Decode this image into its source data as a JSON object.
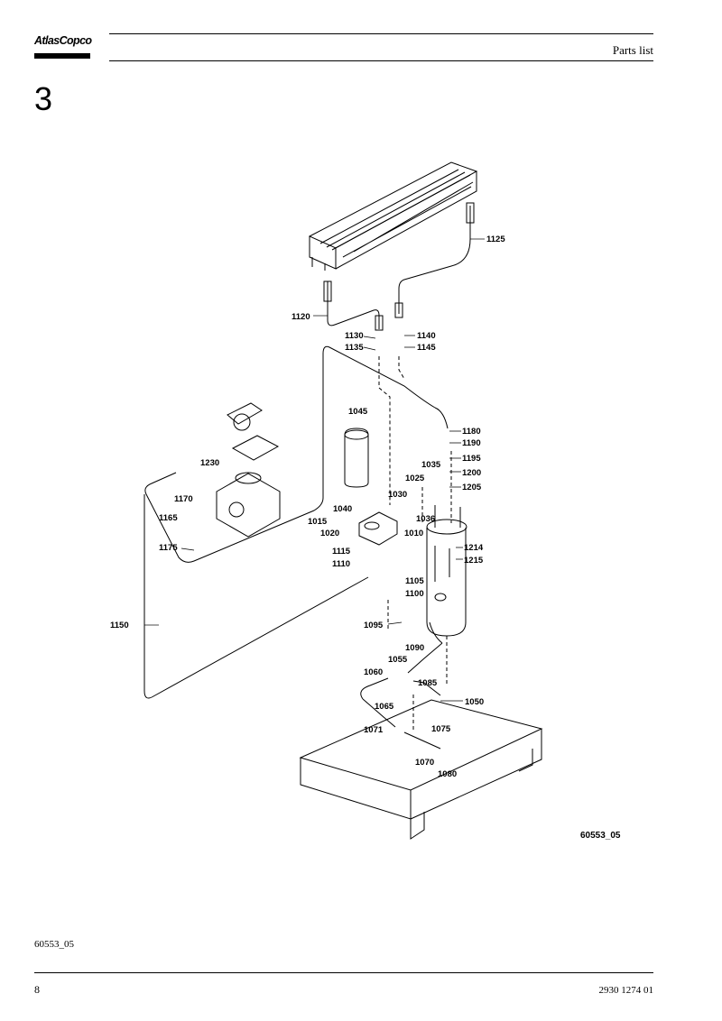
{
  "header": {
    "brand": "AtlasCopco",
    "title": "Parts list"
  },
  "section": {
    "number": "3"
  },
  "figure": {
    "id": "60553_05",
    "callouts": [
      "1125",
      "1120",
      "1130",
      "1140",
      "1135",
      "1145",
      "1045",
      "1180",
      "1190",
      "1195",
      "1035",
      "1200",
      "1025",
      "1205",
      "1230",
      "1030",
      "1170",
      "1040",
      "1036",
      "1165",
      "1015",
      "1020",
      "1010",
      "1214",
      "1175",
      "1115",
      "1215",
      "1110",
      "1105",
      "1100",
      "1150",
      "1095",
      "1090",
      "1055",
      "1060",
      "1085",
      "1050",
      "1065",
      "1075",
      "1071",
      "1070",
      "1080"
    ]
  },
  "footer": {
    "reference": "60553_05",
    "page_number": "8",
    "document_number": "2930 1274 01"
  }
}
